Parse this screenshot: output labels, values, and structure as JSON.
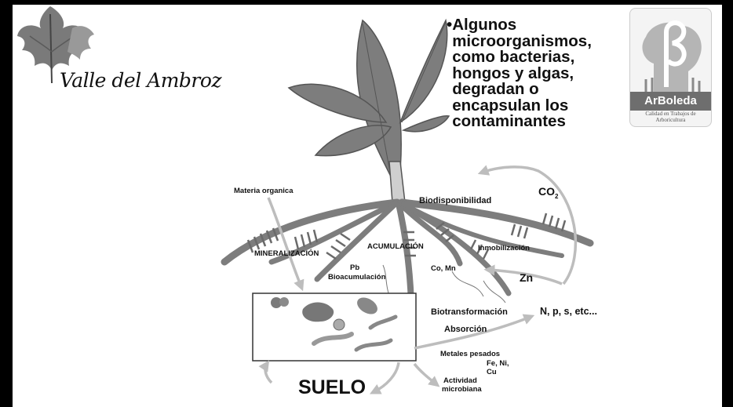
{
  "brand": {
    "name": "Valle del Ambroz",
    "icon": "oak-leaf-icon"
  },
  "logo": {
    "name": "ArBoleda",
    "tagline": "Calidad en Trabajos de Arboricultura",
    "icon": "beta-tree-logo"
  },
  "bullet": {
    "marker": "•",
    "text": "Algunos\nmicroorganismos,\ncomo bacterias,\nhongos y algas,\ndegradan o\nencapsulan los\ncontaminantes"
  },
  "diagram": {
    "co2": {
      "base": "CO",
      "sub": "2"
    },
    "materia_organica": "Materia organica",
    "biodisponibilidad": "Biodisponibilidad",
    "mineralizacion": "MINERALIZACIÓN",
    "acumulacion": "ACUMULACIÓN",
    "inmobilizacion": "Inmobilización",
    "pb": "Pb",
    "bioacumulacion": "Bioacumulación",
    "co_mn": "Co, Mn",
    "zn": "Zn",
    "biotransformacion": "Biotransformación",
    "nutrientes": "N, p, s, etc...",
    "absorcion": "Absorción",
    "metales_pesados": "Metales pesados",
    "fe_ni": "Fe, Ni,",
    "cu": "Cu",
    "actividad": "Actividad",
    "microbiana": "microbiana",
    "suelo": "SUELO"
  },
  "colors": {
    "plant": "#7d7d7d",
    "plant_dark": "#555555",
    "arrow": "#bdbdbd",
    "text": "#111111"
  }
}
